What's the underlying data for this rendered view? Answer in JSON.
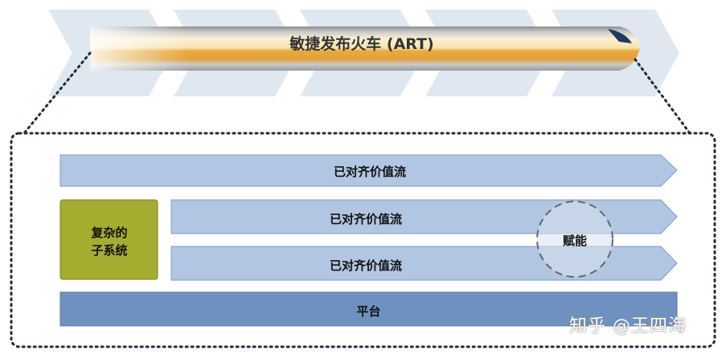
{
  "train": {
    "label": "敏捷发布火车 (ART)"
  },
  "value_streams": [
    {
      "label": "已对齐价值流"
    },
    {
      "label": "已对齐价值流"
    },
    {
      "label": "已对齐价值流"
    }
  ],
  "subsystem": {
    "line1": "复杂的",
    "line2": "子系统"
  },
  "enablement": {
    "label": "赋能"
  },
  "platform": {
    "label": "平台"
  },
  "watermark": {
    "text": "知乎 @王四海"
  },
  "colors": {
    "chevron_bg": "#dfe8f1",
    "value_stream_fill": "#b1c6e2",
    "platform_fill": "#6f91bf",
    "subsystem_fill": "#a6ac2f",
    "train_orange": "#e6a83b",
    "train_cream": "#f8e6b9",
    "train_gray": "#a6a6a6",
    "dotted_border": "#1f2d3d"
  }
}
